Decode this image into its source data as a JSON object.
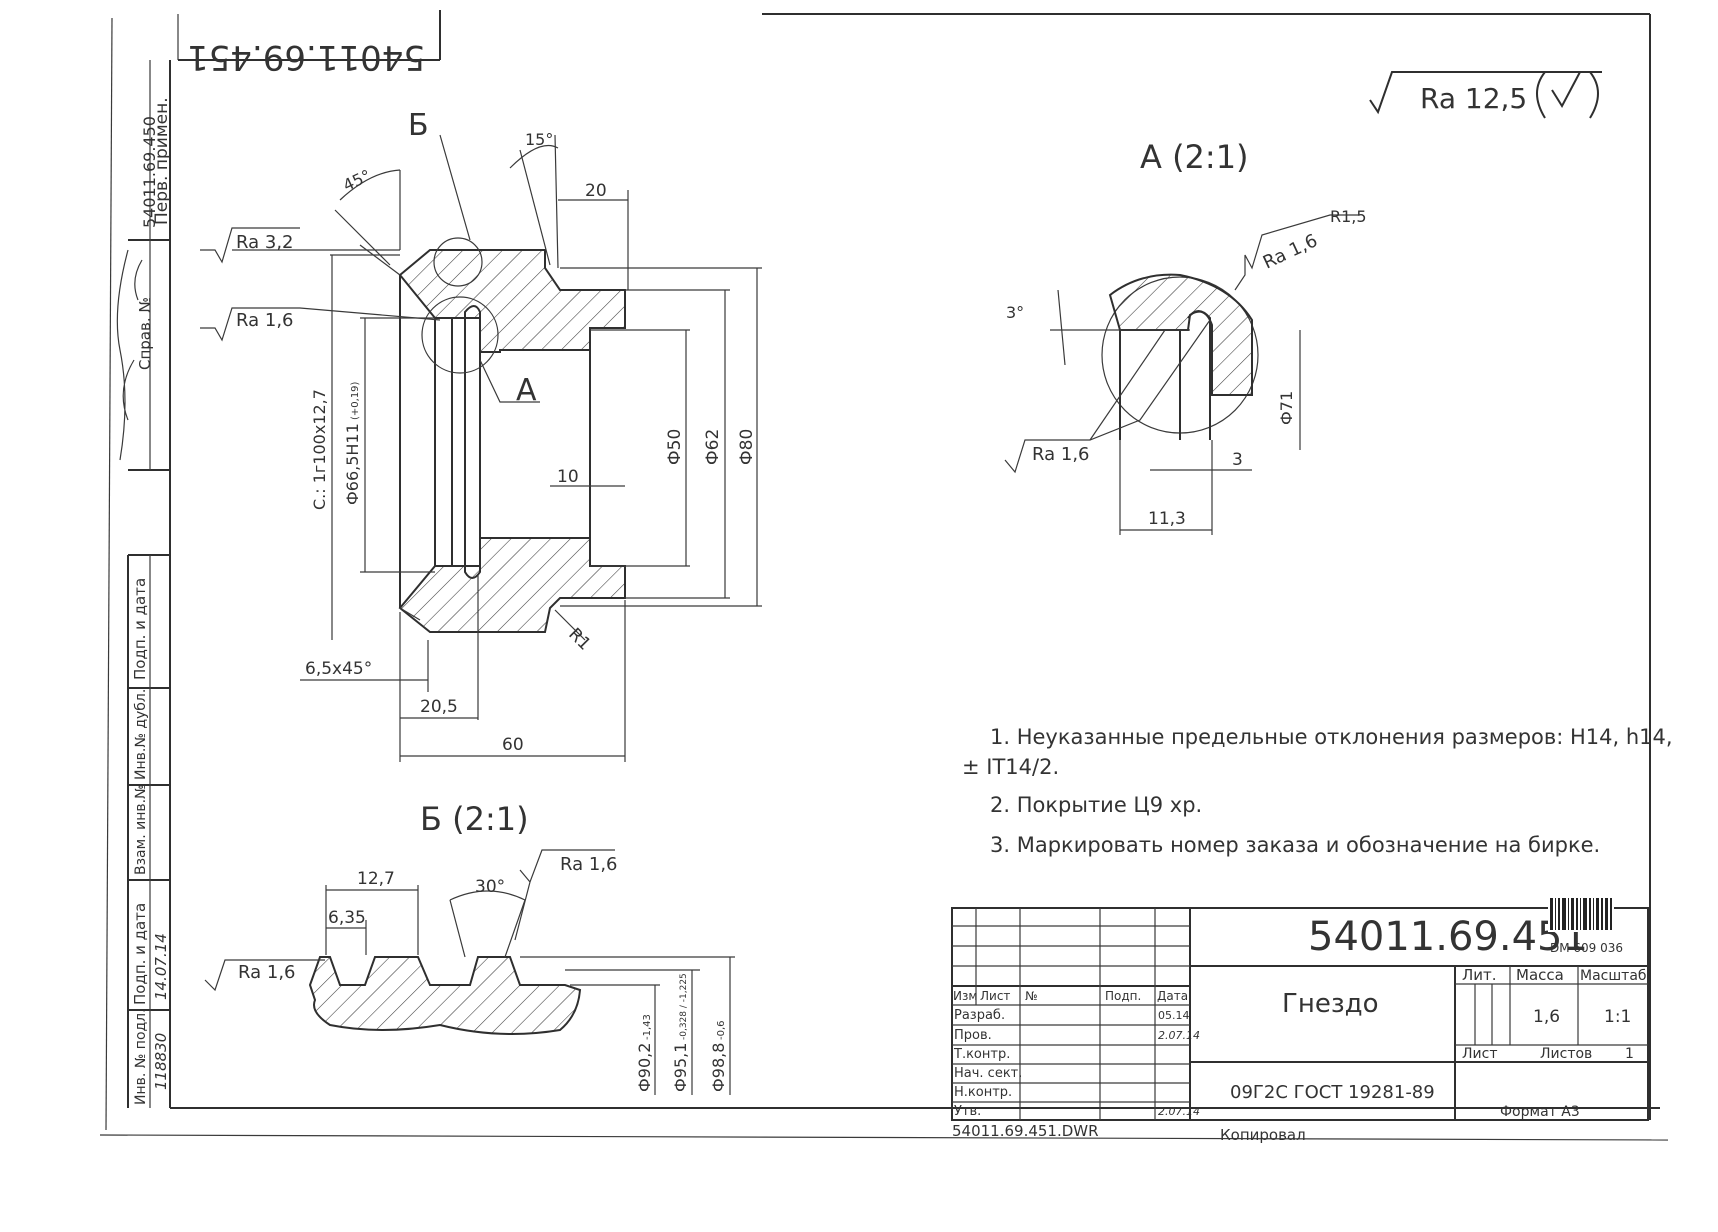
{
  "drawing_number": "54011.69.451",
  "drawing_number_rotated": "54011.69.451",
  "first_use_label": "Перв. примен.",
  "first_use_value": "54011.69.450",
  "ref_no_label": "Справ. №",
  "side_stamp": {
    "sign_date_label": "Подп. и дата",
    "replace_inv_label": "Взам. инв.№",
    "dup_inv_label": "Инв.№ дубл.",
    "sign_date_label2": "Подп. и дата",
    "orig_inv_label": "Инв. № подл.",
    "orig_inv_value": "118830",
    "sign_date_value": "14.07.14"
  },
  "surface_finish_general": "Ra 12,5",
  "views": {
    "main": {
      "section_B_marker": "Б",
      "section_A_marker": "А",
      "angle_45": "45°",
      "angle_15": "15°",
      "dim_20": "20",
      "ra_3_2": "Ra 3,2",
      "ra_1_6": "Ra 1,6",
      "thread": "С.: 1г100х12,7",
      "bore": "Ф66,5Н11",
      "bore_tol": "(+0,19)",
      "d50": "Ф50",
      "d62": "Ф62",
      "d80": "Ф80",
      "dim_10": "10",
      "r1": "R1",
      "chamfer": "6,5х45°",
      "dim_20_5": "20,5",
      "dim_60": "60"
    },
    "detail_A": {
      "title": "А (2:1)",
      "r1_5": "R1,5",
      "ra_1_6_top": "Ra 1,6",
      "angle_3": "3°",
      "ra_1_6_left": "Ra 1,6",
      "d71": "Ф71",
      "dim_3": "3",
      "dim_11_3": "11,3"
    },
    "detail_B": {
      "title": "Б (2:1)",
      "dim_12_7": "12,7",
      "dim_6_35": "6,35",
      "angle_30": "30°",
      "ra_1_6_top": "Ra 1,6",
      "ra_1_6_left": "Ra 1,6",
      "d90_2": "Ф90,2",
      "d90_2_tol": "-1,43",
      "d95_1": "Ф95,1",
      "d95_1_tol": "-0,328 / -1,225",
      "d98_8": "Ф98,8",
      "d98_8_tol": "-0,6"
    }
  },
  "notes": [
    "1. Неуказанные предельные отклонения размеров: Н14, h14,",
    "± IT14/2.",
    "2. Покрытие Ц9 хр.",
    "3. Маркировать номер заказа и обозначение на бирке."
  ],
  "title_block": {
    "number": "54011.69.451",
    "barcode_text": "DM 609 036",
    "part_name": "Гнездо",
    "material": "09Г2С ГОСТ 19281-89",
    "lit_label": "Лит.",
    "mass_label": "Масса",
    "scale_label": "Масштаб",
    "mass": "1,6",
    "scale": "1:1",
    "sheet_label": "Лист",
    "sheets_label": "Листов",
    "sheets": "1",
    "format": "Формат А3",
    "copied": "Копировал",
    "file": "54011.69.451.DWR",
    "header_cols": [
      "Изм",
      "Лист",
      "№",
      "Подп.",
      "Дата"
    ],
    "rows": [
      "Разраб.",
      "Пров.",
      "Т.контр.",
      "Нач. сект.",
      "Н.контр.",
      "Утв."
    ],
    "dates": [
      "05.14",
      "2.07.14",
      "",
      "",
      "",
      "2.07.14"
    ]
  }
}
